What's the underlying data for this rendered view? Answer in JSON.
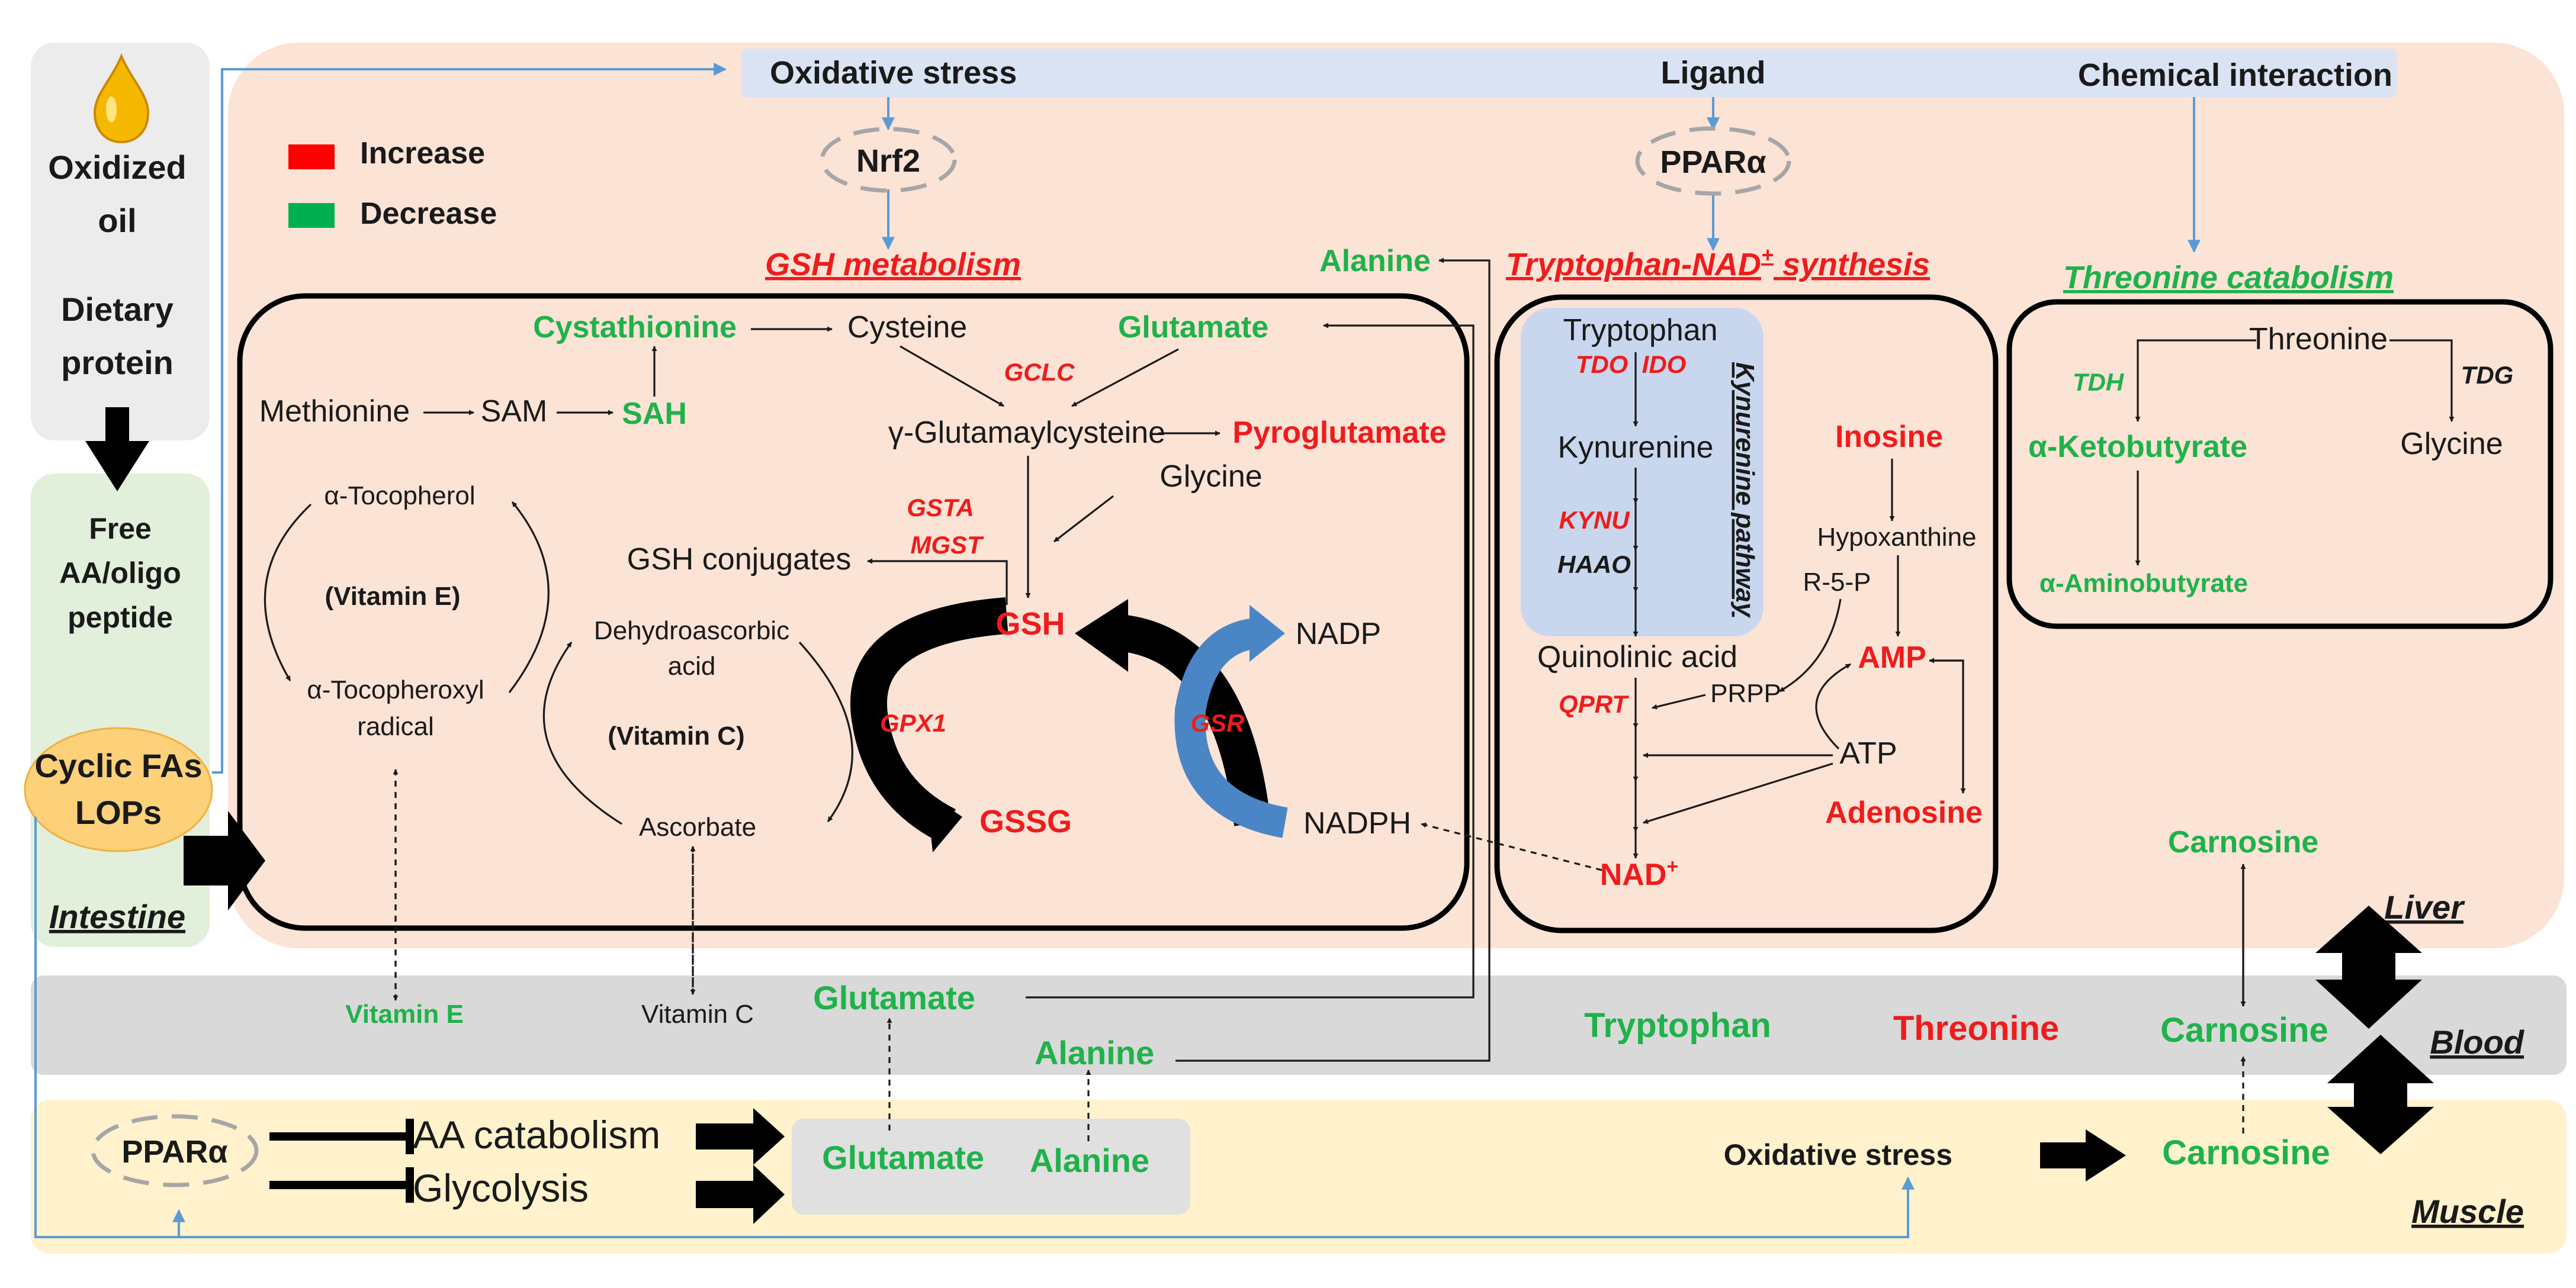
{
  "legend": {
    "increase": "Increase",
    "decrease": "Decrease",
    "increase_color": "#ee1c1c",
    "decrease_color": "#1fb24a"
  },
  "left_panel": {
    "oil_line1": "Oxidized",
    "oil_line2": "oil",
    "protein_line1": "Dietary",
    "protein_line2": "protein",
    "free_line1": "Free",
    "free_line2": "AA/oligo",
    "free_line3": "peptide",
    "cyclic_line1": "Cyclic FAs",
    "cyclic_line2": "LOPs",
    "intestine": "Intestine"
  },
  "top_bar": {
    "oxidative_stress": "Oxidative stress",
    "ligand": "Ligand",
    "chemical_interaction": "Chemical interaction"
  },
  "receptors": {
    "nrf2": "Nrf2",
    "ppara": "PPARα"
  },
  "headings": {
    "gsh_metabolism": "GSH metabolism",
    "trp_nad_main": "Tryptophan-NAD",
    "trp_nad_sup": "+",
    "trp_nad_tail": " synthesis",
    "threonine_catabolism": "Threonine catabolism"
  },
  "gsh_box": {
    "cystathionine": "Cystathionine",
    "cysteine": "Cysteine",
    "glutamate": "Glutamate",
    "gclc": "GCLC",
    "methionine": "Methionine",
    "sam": "SAM",
    "sah": "SAH",
    "gamma_glu_cys": "γ-Glutamaylcysteine",
    "pyroglutamate": "Pyroglutamate",
    "gsta": "GSTA",
    "mgst": "MGST",
    "glycine": "Glycine",
    "gsh_conjugates": "GSH conjugates",
    "alpha_tocopherol": "α-Tocopherol",
    "vitamin_e": "(Vitamin E)",
    "tocopheroxyl1": "α-Tocopheroxyl",
    "tocopheroxyl2": "radical",
    "dehydroascorbic1": "Dehydroascorbic",
    "dehydroascorbic2": "acid",
    "vitamin_c": "(Vitamin C)",
    "ascorbate": "Ascorbate",
    "gsh": "GSH",
    "gssg": "GSSG",
    "gpx1": "GPX1",
    "gsr": "GSR",
    "nadp": "NADP",
    "nadph": "NADPH"
  },
  "alanine_liver": "Alanine",
  "trp_box": {
    "tryptophan": "Tryptophan",
    "tdo": "TDO",
    "ido": "IDO",
    "kynurenine": "Kynurenine",
    "kynu": "KYNU",
    "haao": "HAAO",
    "quinolinic": "Quinolinic acid",
    "kynurenine_pathway": "Kynurenine pathway",
    "qprt": "QPRT",
    "prpp": "PRPP",
    "r5p": "R-5-P",
    "inosine": "Inosine",
    "hypoxanthine": "Hypoxanthine",
    "amp": "AMP",
    "atp": "ATP",
    "adenosine": "Adenosine",
    "nad_main": "NAD",
    "nad_sup": "+"
  },
  "thr_box": {
    "threonine": "Threonine",
    "tdh": "TDH",
    "tdg": "TDG",
    "ketobutyrate": "α-Ketobutyrate",
    "glycine": "Glycine",
    "aminobutyrate": "α-Aminobutyrate"
  },
  "carnosine_liver": "Carnosine",
  "liver_label": "Liver",
  "blood": {
    "vitamin_e": "Vitamin E",
    "vitamin_c": "Vitamin C",
    "glutamate": "Glutamate",
    "alanine": "Alanine",
    "tryptophan": "Tryptophan",
    "threonine": "Threonine",
    "carnosine": "Carnosine",
    "label": "Blood"
  },
  "muscle": {
    "ppara": "PPARα",
    "aa_catabolism": "AA catabolism",
    "glycolysis": "Glycolysis",
    "glutamate": "Glutamate",
    "alanine": "Alanine",
    "oxidative_stress": "Oxidative stress",
    "carnosine": "Carnosine",
    "label": "Muscle"
  }
}
